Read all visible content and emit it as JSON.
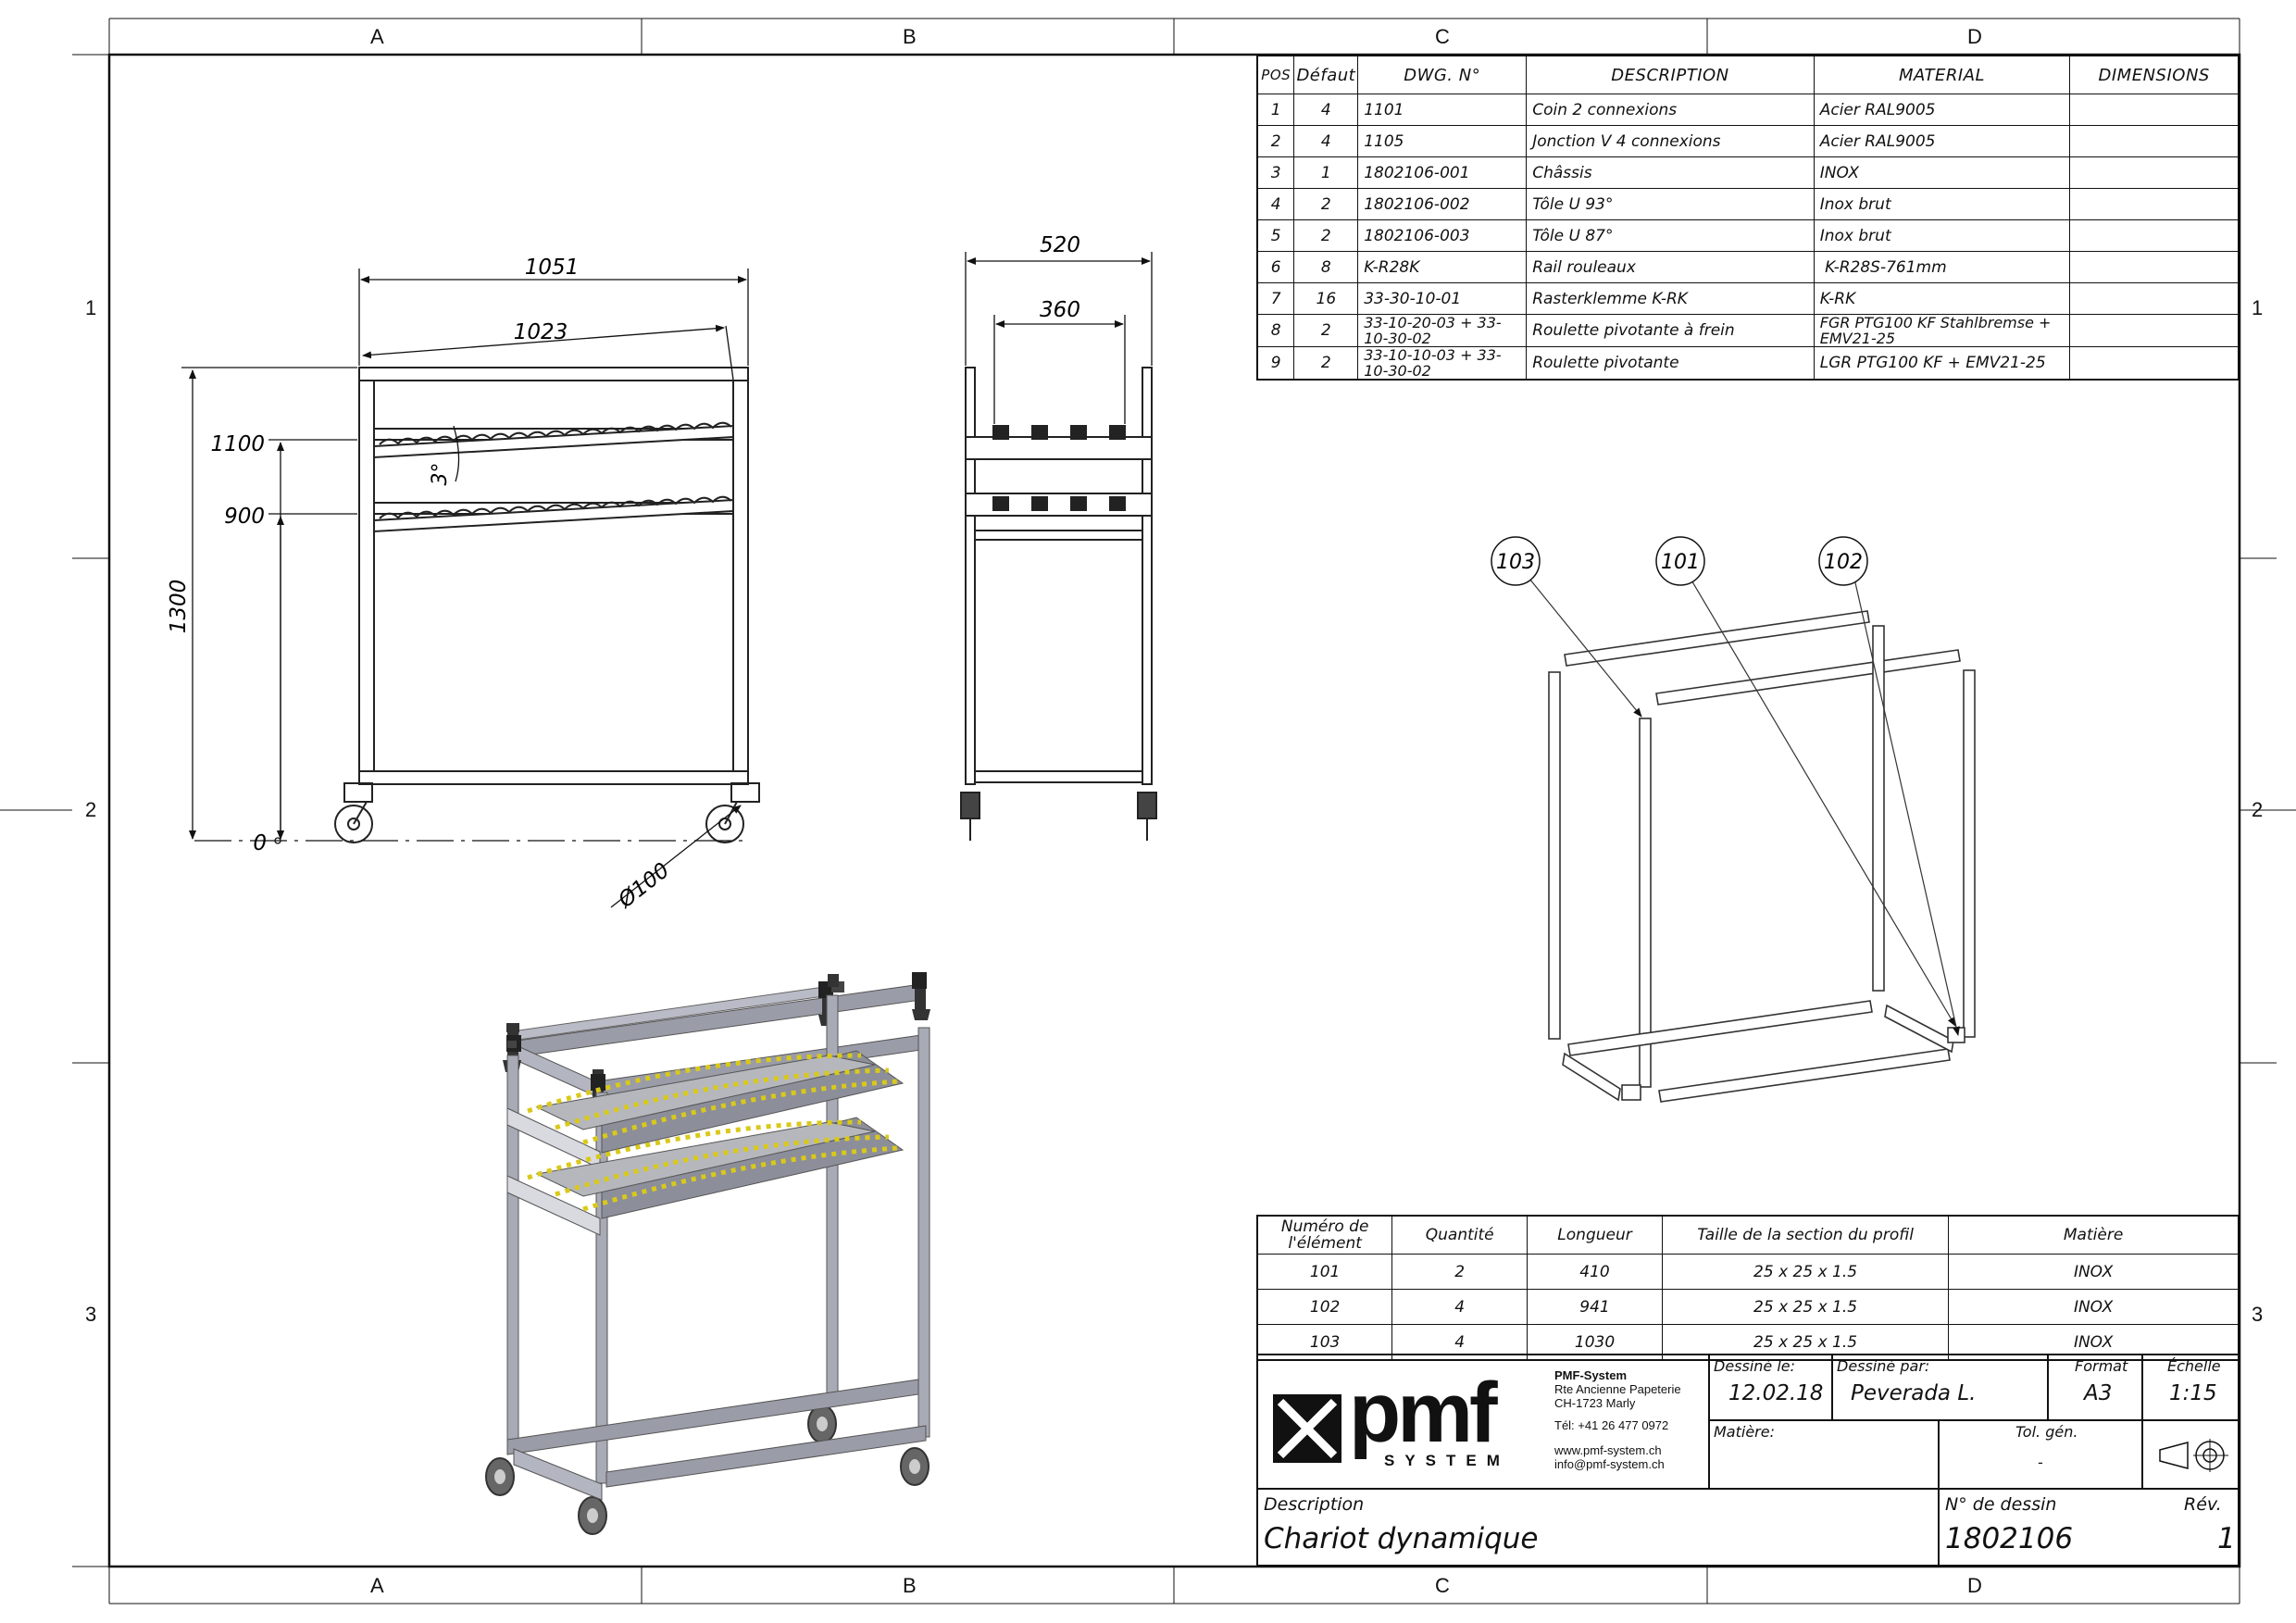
{
  "zones": {
    "columns": [
      "A",
      "B",
      "C",
      "D"
    ],
    "rows": [
      "1",
      "2",
      "3"
    ]
  },
  "bom": {
    "headers": [
      "POS",
      "Défaut",
      "DWG. N°",
      "DESCRIPTION",
      "MATERIAL",
      "DIMENSIONS"
    ],
    "rows": [
      [
        "1",
        "4",
        "1101",
        "Coin 2 connexions",
        "Acier RAL9005",
        ""
      ],
      [
        "2",
        "4",
        "1105",
        "Jonction V 4 connexions",
        "Acier RAL9005",
        ""
      ],
      [
        "3",
        "1",
        "1802106-001",
        "Châssis",
        "INOX",
        ""
      ],
      [
        "4",
        "2",
        "1802106-002",
        "Tôle U 93°",
        "Inox brut",
        ""
      ],
      [
        "5",
        "2",
        "1802106-003",
        "Tôle U  87°",
        "Inox brut",
        ""
      ],
      [
        "6",
        "8",
        "K-R28K",
        "Rail rouleaux",
        " K-R28S-761mm",
        ""
      ],
      [
        "7",
        "16",
        "33-30-10-01",
        "Rasterklemme K-RK",
        "K-RK",
        ""
      ],
      [
        "8",
        "2",
        "33-10-20-03 + 33-10-30-02",
        "Roulette pivotante à frein",
        "FGR PTG100 KF Stahlbremse + EMV21-25",
        ""
      ],
      [
        "9",
        "2",
        "33-10-10-03 + 33-10-30-02",
        "Roulette pivotante",
        "LGR PTG100 KF + EMV21-25",
        ""
      ]
    ]
  },
  "cutlist": {
    "headers": [
      "Numéro de l'élément",
      "Quantité",
      "Longueur",
      "Taille  de la section du profil",
      "Matière"
    ],
    "rows": [
      [
        "101",
        "2",
        "410",
        "25 x 25 x 1.5",
        "INOX"
      ],
      [
        "102",
        "4",
        "941",
        "25 x 25 x 1.5",
        "INOX"
      ],
      [
        "103",
        "4",
        "1030",
        "25 x 25 x 1.5",
        "INOX"
      ]
    ]
  },
  "dimensions": {
    "front": {
      "overall_width": "1051",
      "inner_width": "1023",
      "height": "1300",
      "level_top": "1100",
      "level_mid": "900",
      "level_zero": "0",
      "angle": "3°",
      "wheel": "Ø100"
    },
    "side": {
      "overall_width": "520",
      "inner_width": "360"
    }
  },
  "balloons": [
    "103",
    "101",
    "102"
  ],
  "titleblock": {
    "company": "PMF-System",
    "address": [
      "Rte Ancienne Papeterie",
      "CH-1723 Marly"
    ],
    "phone": "Tél:  +41 26 477 0972",
    "web": "www.pmf-system.ch",
    "email": "info@pmf-system.ch",
    "logo_text": "pmf",
    "logo_sub": "SYSTEM",
    "drawn_on_label": "Dessiné le:",
    "drawn_on": "12.02.18",
    "drawn_by_label": "Dessiné par:",
    "drawn_by": "Peverada L.",
    "format_label": "Format",
    "format": "A3",
    "scale_label": "Échelle",
    "scale": "1:15",
    "material_label": "Matière:",
    "tolerance_label": "Tol. gén.",
    "tolerance": "-",
    "description_label": "Description",
    "description": "Chariot dynamique",
    "drawing_no_label": "N° de dessin",
    "drawing_no": "1802106",
    "revision_label": "Rév.",
    "revision": "1"
  }
}
